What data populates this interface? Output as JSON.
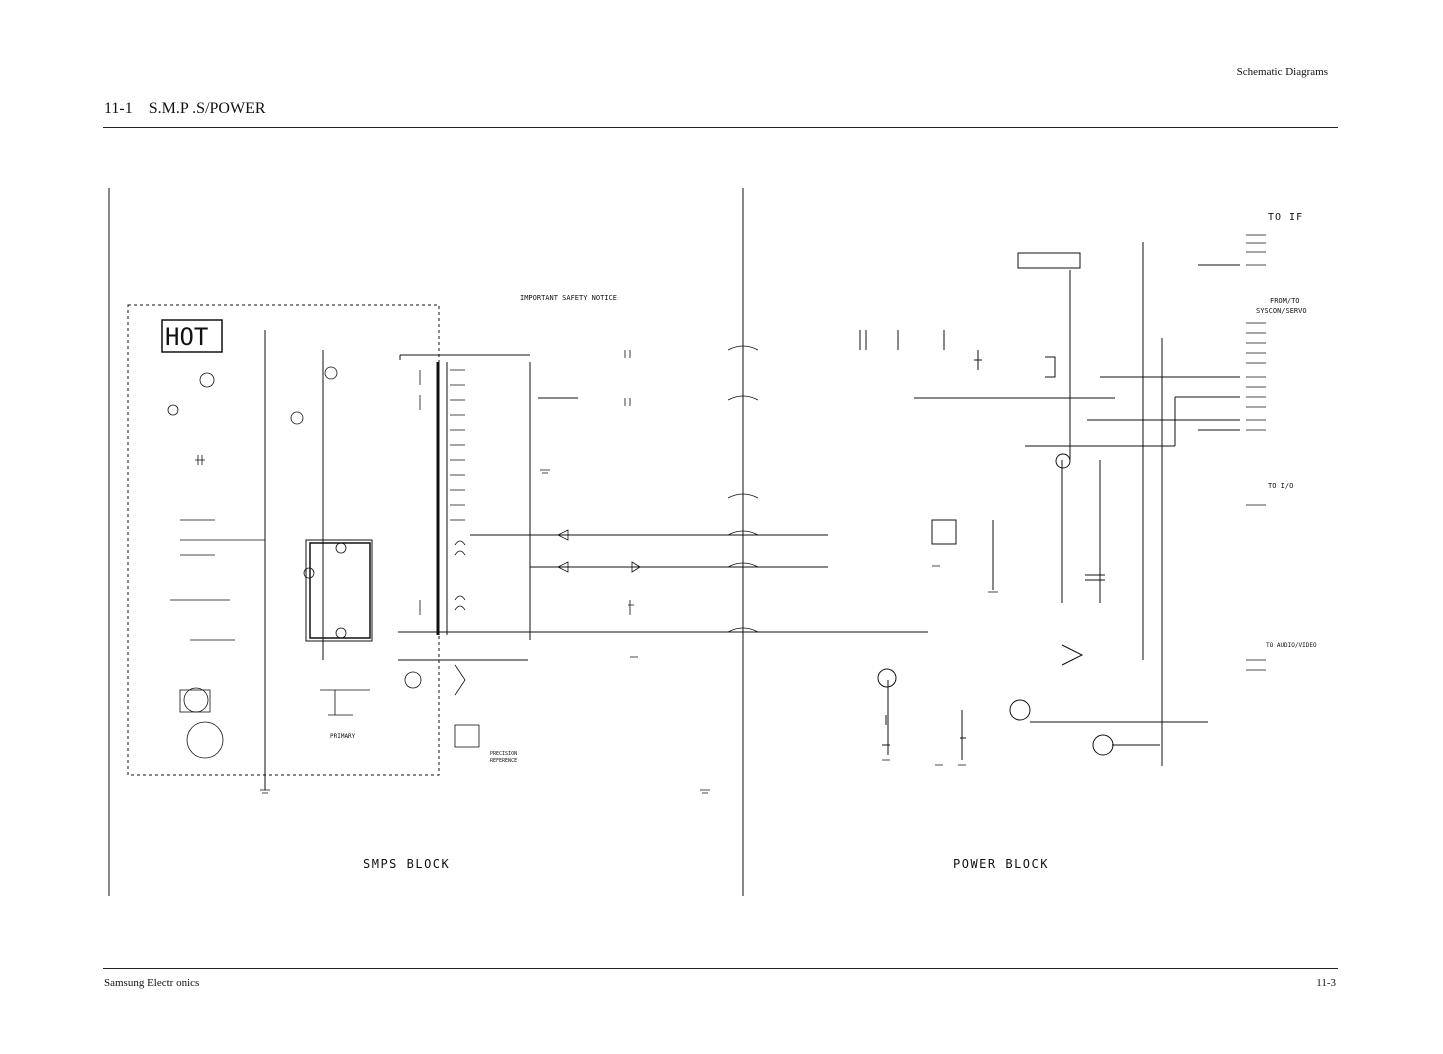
{
  "page": {
    "header_right": "Schematic Diagrams",
    "title": "11-1    S.M.P .S/POWER",
    "footer_left": "Samsung Electr  onics",
    "footer_right": "11-3"
  },
  "schematic": {
    "smps": {
      "hot_label": "HOT",
      "block_label": "SMPS  BLOCK",
      "primary_label": "PRIMARY",
      "precision_label": "PRECISION",
      "reference_label": "REFERENCE"
    },
    "safety": {
      "notice_title": "IMPORTANT SAFETY NOTICE"
    },
    "power": {
      "block_label": "POWER  BLOCK",
      "to_if": "TO  IF",
      "from_to_1": "FROM/TO",
      "from_to_2": "SYSCON/SERVO",
      "to_io": "TO  I/O",
      "to_av": "TO AUDIO/VIDEO"
    }
  },
  "colors": {
    "ink": "#111111",
    "paper": "#ffffff"
  }
}
